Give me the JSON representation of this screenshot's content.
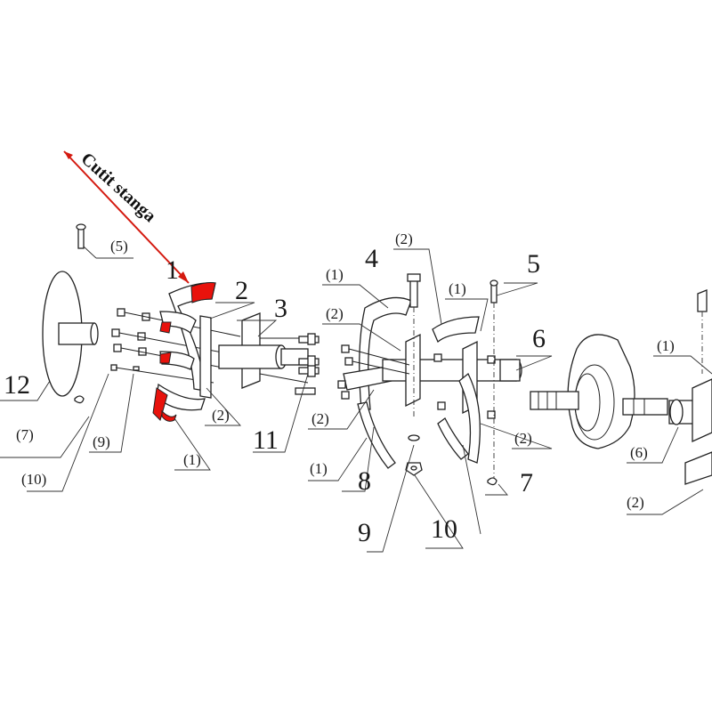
{
  "annotation": {
    "text": "Cutit stanga",
    "color": "#d41a10"
  },
  "highlight_color": "#e8120c",
  "labels": {
    "l1_left": "1",
    "l2_left": "2",
    "l3": "3",
    "l4": "4",
    "l5_right": "5",
    "l6": "6",
    "l7_right": "7",
    "l8": "8",
    "l9_bottom": "9",
    "l10_bottom": "10",
    "l11": "11",
    "l12": "12",
    "p5_left": "(5)",
    "p7_left": "(7)",
    "p10_left": "(10)",
    "p9_left": "(9)",
    "p1_left_bottom": "(1)",
    "p2_left": "(2)",
    "p1_mid_top": "(1)",
    "p2_mid_top": "(2)",
    "p2_top": "(2)",
    "p1_mid_right": "(1)",
    "p2_mid_bottom": "(2)",
    "p1_mid_bottom": "(1)",
    "p2_right_mid": "(2)",
    "p1_far_right": "(1)",
    "p6_right": "(6)",
    "p2_far_right": "(2)"
  }
}
